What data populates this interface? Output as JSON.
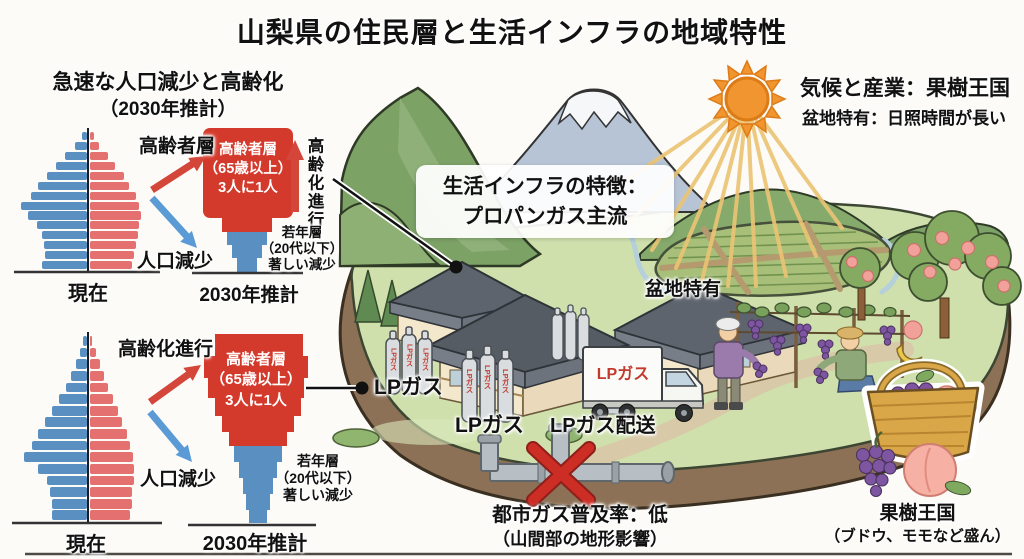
{
  "title": "山梨県の住民層と生活インフラの地域特性",
  "left_panel": {
    "heading": "急速な人口減少と高齢化",
    "subheading": "（2030年推計）",
    "elderly_label": "高齢者層",
    "decline_label": "人口減少",
    "aging_label": "高齢化進行",
    "axis_now": "現在",
    "axis_projection": "2030年推計",
    "elderly_box_lines": [
      "高齢者層",
      "（65歳以上）",
      "3人に1人"
    ],
    "youth_note_lines": [
      "若年層",
      "（20代以下）",
      "著しい減少"
    ]
  },
  "illustration": {
    "climate_title": "気候と産業：果樹王国",
    "climate_subtitle": "盆地特有：日照時間が長い",
    "infra_box_lines": [
      "生活インフラの特徴：",
      "プロパンガス主流"
    ],
    "basin_label": "盆地特有",
    "lp_gas_label": "LPガス",
    "lp_gas_delivery_label": "LPガス配送",
    "cylinder_text": "LPガス",
    "truck_text": "LPガス",
    "city_gas_lines": [
      "都市ガス普及率：低",
      "（山間部の地形影響）"
    ],
    "orchard_lines": [
      "果樹王国",
      "（ブドウ、モモなど盛ん）"
    ]
  },
  "colors": {
    "accent_red": "#d43a2c",
    "bar_blue": "#5a8fc1",
    "bar_pink": "#e57070",
    "arrow_blue": "#5b9bd5",
    "sun_orange": "#f0952f",
    "x_red": "#c8281e"
  },
  "chart_data": [
    {
      "type": "bar",
      "variant": "population_pyramid",
      "name": "現在の人口ピラミッド（上段）",
      "axis_label": "現在",
      "unit": "percent of half width (left=blue, right=pink)",
      "rows": [
        [
          7,
          6
        ],
        [
          17,
          14
        ],
        [
          31,
          26
        ],
        [
          43,
          37
        ],
        [
          57,
          49
        ],
        [
          69,
          57
        ],
        [
          79,
          66
        ],
        [
          94,
          71
        ],
        [
          83,
          74
        ],
        [
          71,
          71
        ],
        [
          64,
          69
        ],
        [
          61,
          66
        ],
        [
          60,
          64
        ],
        [
          63,
          61
        ]
      ],
      "left_color": "#5a8fc1",
      "right_color": "#e57070"
    },
    {
      "type": "bar",
      "variant": "population_pyramid",
      "name": "現在の人口ピラミッド（下段）",
      "axis_label": "現在",
      "unit": "percent of half width (left=blue, right=pink)",
      "rows": [
        [
          5,
          4
        ],
        [
          9,
          9
        ],
        [
          15,
          15
        ],
        [
          22,
          21
        ],
        [
          30,
          27
        ],
        [
          40,
          34
        ],
        [
          50,
          41
        ],
        [
          60,
          47
        ],
        [
          70,
          53
        ],
        [
          78,
          58
        ],
        [
          89,
          62
        ],
        [
          70,
          64
        ],
        [
          57,
          63
        ],
        [
          52,
          61
        ],
        [
          50,
          60
        ],
        [
          49,
          58
        ]
      ],
      "left_color": "#5a8fc1",
      "right_color": "#e57070"
    },
    {
      "type": "area",
      "variant": "2030_projection_funnel",
      "name": "2030年推計",
      "top_block_label": "高齢者層（65歳以上）3人に1人",
      "bottom_funnel_label": "若年層（20代以下）著しい減少"
    }
  ]
}
